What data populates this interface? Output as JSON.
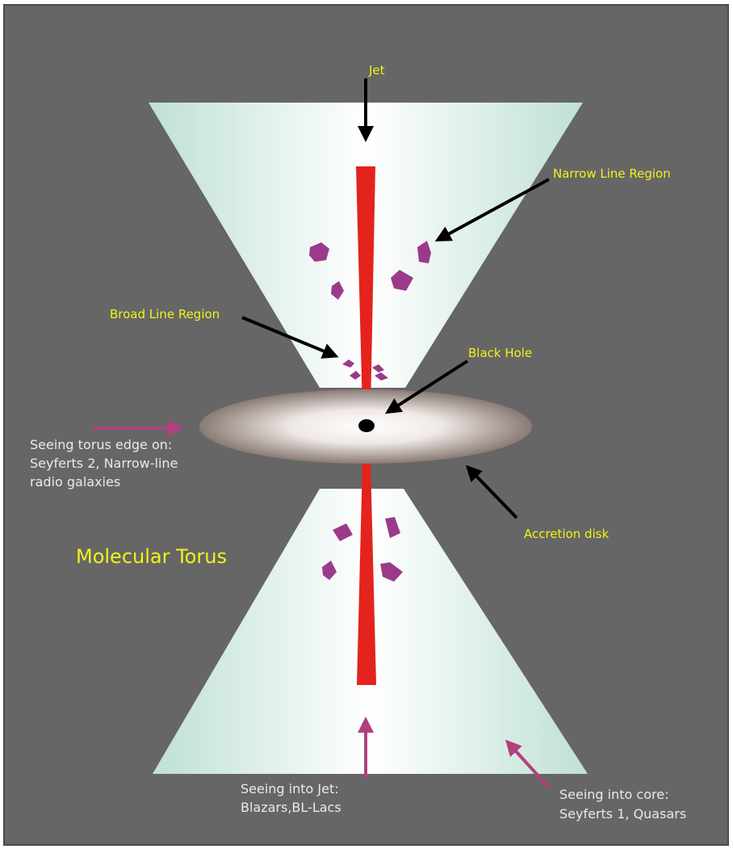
{
  "colors": {
    "background": "#666666",
    "frame": "#4a4a4a",
    "cone_edge": "#bfe0d6",
    "cone_center": "#ffffff",
    "jet": "#e3231c",
    "clouds": "#9b3a8a",
    "arrow_black": "#000000",
    "arrow_magenta": "#b0407f",
    "label_yellow": "#f2f21a",
    "label_white": "#f0e6ea",
    "black_hole": "#000000",
    "disk_edge": "#8a7a74",
    "disk_center": "#ffffff"
  },
  "labels": {
    "jet": "Jet",
    "narrow_line_region": "Narrow Line Region",
    "broad_line_region": "Broad Line Region",
    "black_hole": "Black Hole",
    "accretion_disk": "Accretion disk",
    "molecular_torus": "Molecular Torus",
    "edge_on": [
      "Seeing torus edge on:",
      "Seyferts 2, Narrow-line",
      "radio galaxies"
    ],
    "into_jet": [
      "Seeing into Jet:",
      "Blazars,BL-Lacs"
    ],
    "into_core": [
      "Seeing into core:",
      "Seyferts 1, Quasars"
    ]
  },
  "icons": {
    "arrow": "arrow-icon",
    "cloud": "gas-cloud-icon"
  }
}
